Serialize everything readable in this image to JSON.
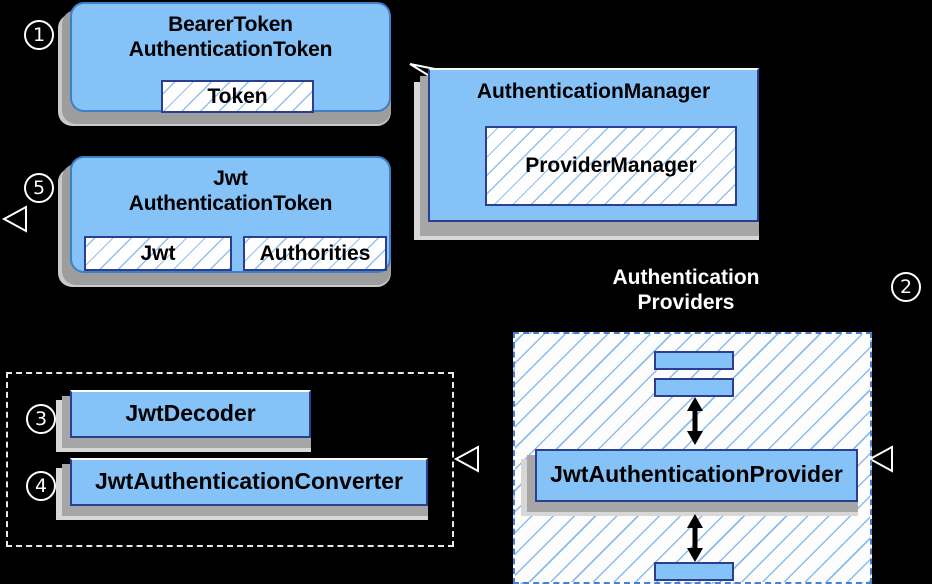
{
  "diagram": {
    "title": "Spring Security JWT Bearer Token Authentication Flow",
    "background_color": "#000000",
    "accent_blue": "#85c2f7",
    "border_navy": "#2c3e8f",
    "hatch_blue": "#7eb4eb",
    "shadow_gray": "#a6a6a6",
    "dashed_white": "#e8e8e8"
  },
  "markers": {
    "one": "1",
    "two": "2",
    "three": "3",
    "four": "4",
    "five": "5"
  },
  "cards": {
    "bearer_token": {
      "title_line1": "BearerToken",
      "title_line2": "AuthenticationToken",
      "field_token": "Token"
    },
    "jwt_token": {
      "title_line1": "Jwt",
      "title_line2": "AuthenticationToken",
      "field_jwt": "Jwt",
      "field_authorities": "Authorities"
    },
    "authentication_manager": {
      "title": "AuthenticationManager",
      "field_provider_manager": "ProviderManager"
    },
    "jwt_decoder": {
      "title": "JwtDecoder"
    },
    "jwt_authentication_converter": {
      "title": "JwtAuthenticationConverter"
    },
    "jwt_authentication_provider": {
      "title": "JwtAuthenticationProvider"
    }
  },
  "labels": {
    "authentication_providers_line1": "Authentication",
    "authentication_providers_line2": "Providers"
  }
}
